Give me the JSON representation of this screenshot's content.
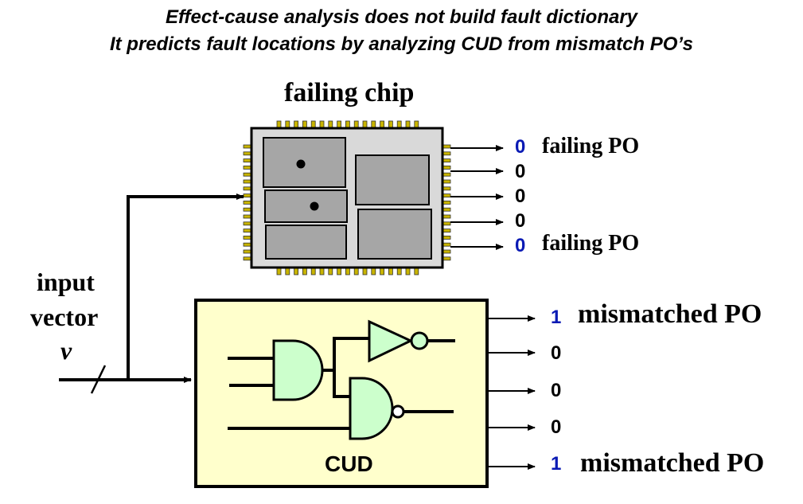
{
  "titles": {
    "line1": "Effect-cause analysis does not build fault dictionary",
    "line2": "It predicts fault locations by analyzing CUD from mismatch PO’s"
  },
  "chip": {
    "label": "failing chip",
    "outputs": [
      "0",
      "0",
      "0",
      "0",
      "0"
    ],
    "failing_label_top": "failing PO",
    "failing_label_bottom": "failing PO"
  },
  "input": {
    "line1": "input",
    "line2": "vector",
    "line3": "v"
  },
  "cud": {
    "label": "CUD",
    "outputs": [
      "1",
      "0",
      "0",
      "0",
      "1"
    ],
    "mismatch_label_top": "mismatched PO",
    "mismatch_label_bottom": "mismatched PO"
  },
  "colors": {
    "chip_body": "#d9d9d9",
    "chip_block": "#a6a6a6",
    "cud_fill": "#ffffcc",
    "gate_fill": "#ccffcc",
    "pin_color": "#c8b400",
    "value_blue": "#0a1ab4"
  }
}
